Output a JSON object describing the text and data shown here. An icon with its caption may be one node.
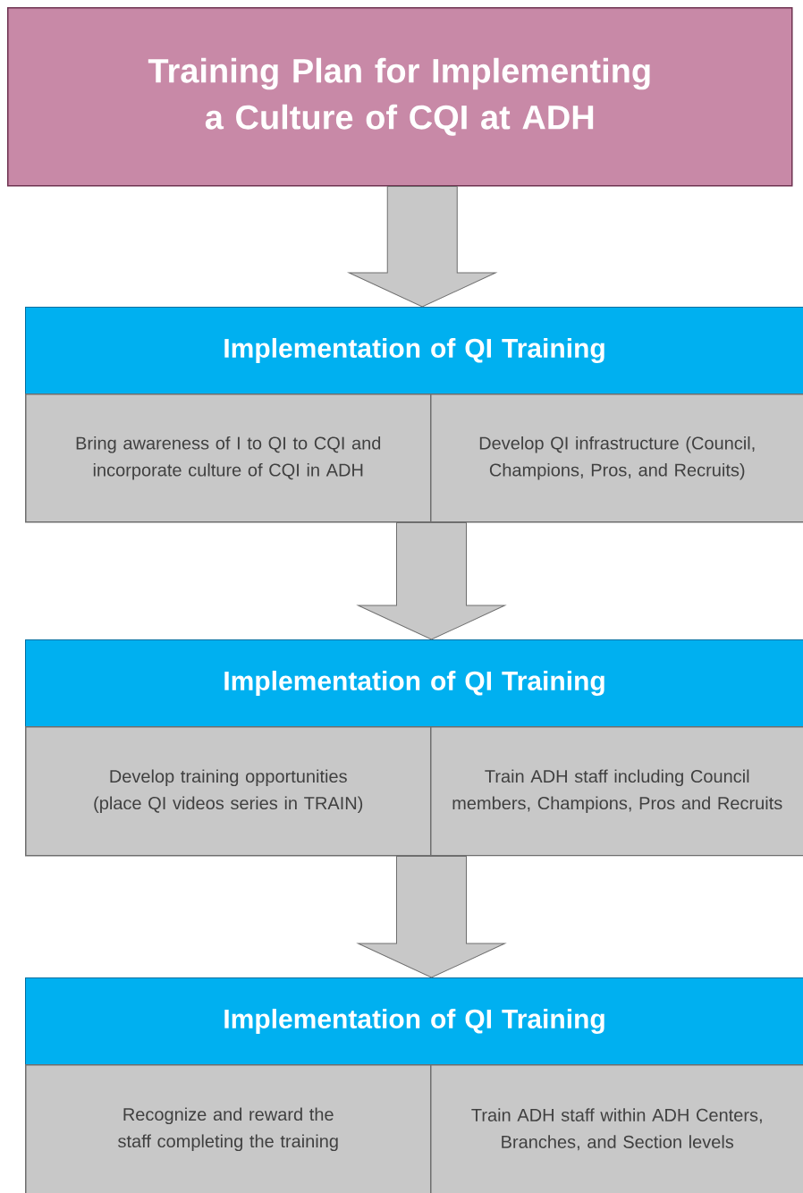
{
  "diagram": {
    "nodes": [
      {
        "text": [
          "Training Plan for Implementing a Culture of CQI at ADH"
        ]
      },
      {
        "text": [
          "Implementation of QI Training"
        ]
      },
      {
        "text": [
          "Bring awareness of I to QI to CQI and incorporate culture of CQI in ADH"
        ]
      },
      {
        "text": [
          "Develop QI infrastructure (Council, Champions, Pros, and Recruits)"
        ]
      },
      {
        "text": [
          "Implementation of QI Training"
        ]
      },
      {
        "text": [
          "Develop training opportunities (place QI videos series in TRAIN)"
        ]
      },
      {
        "text": [
          "Train ADH staff including Council members, Champions, Pros and Recruits"
        ]
      },
      {
        "text": [
          "Implementation of QI Training"
        ]
      },
      {
        "text": [
          "Recognize and reward the staff completing the training"
        ]
      },
      {
        "text": [
          "Train ADH staff within ADH Centers, Branches, and Section levels"
        ]
      }
    ],
    "edges": [
      {
        "from": 0,
        "to": 1,
        "arrow": "to"
      },
      {
        "from": 2,
        "to": 4,
        "arrow": "to"
      },
      {
        "from": 5,
        "to": 7,
        "arrow": "to"
      }
    ]
  }
}
